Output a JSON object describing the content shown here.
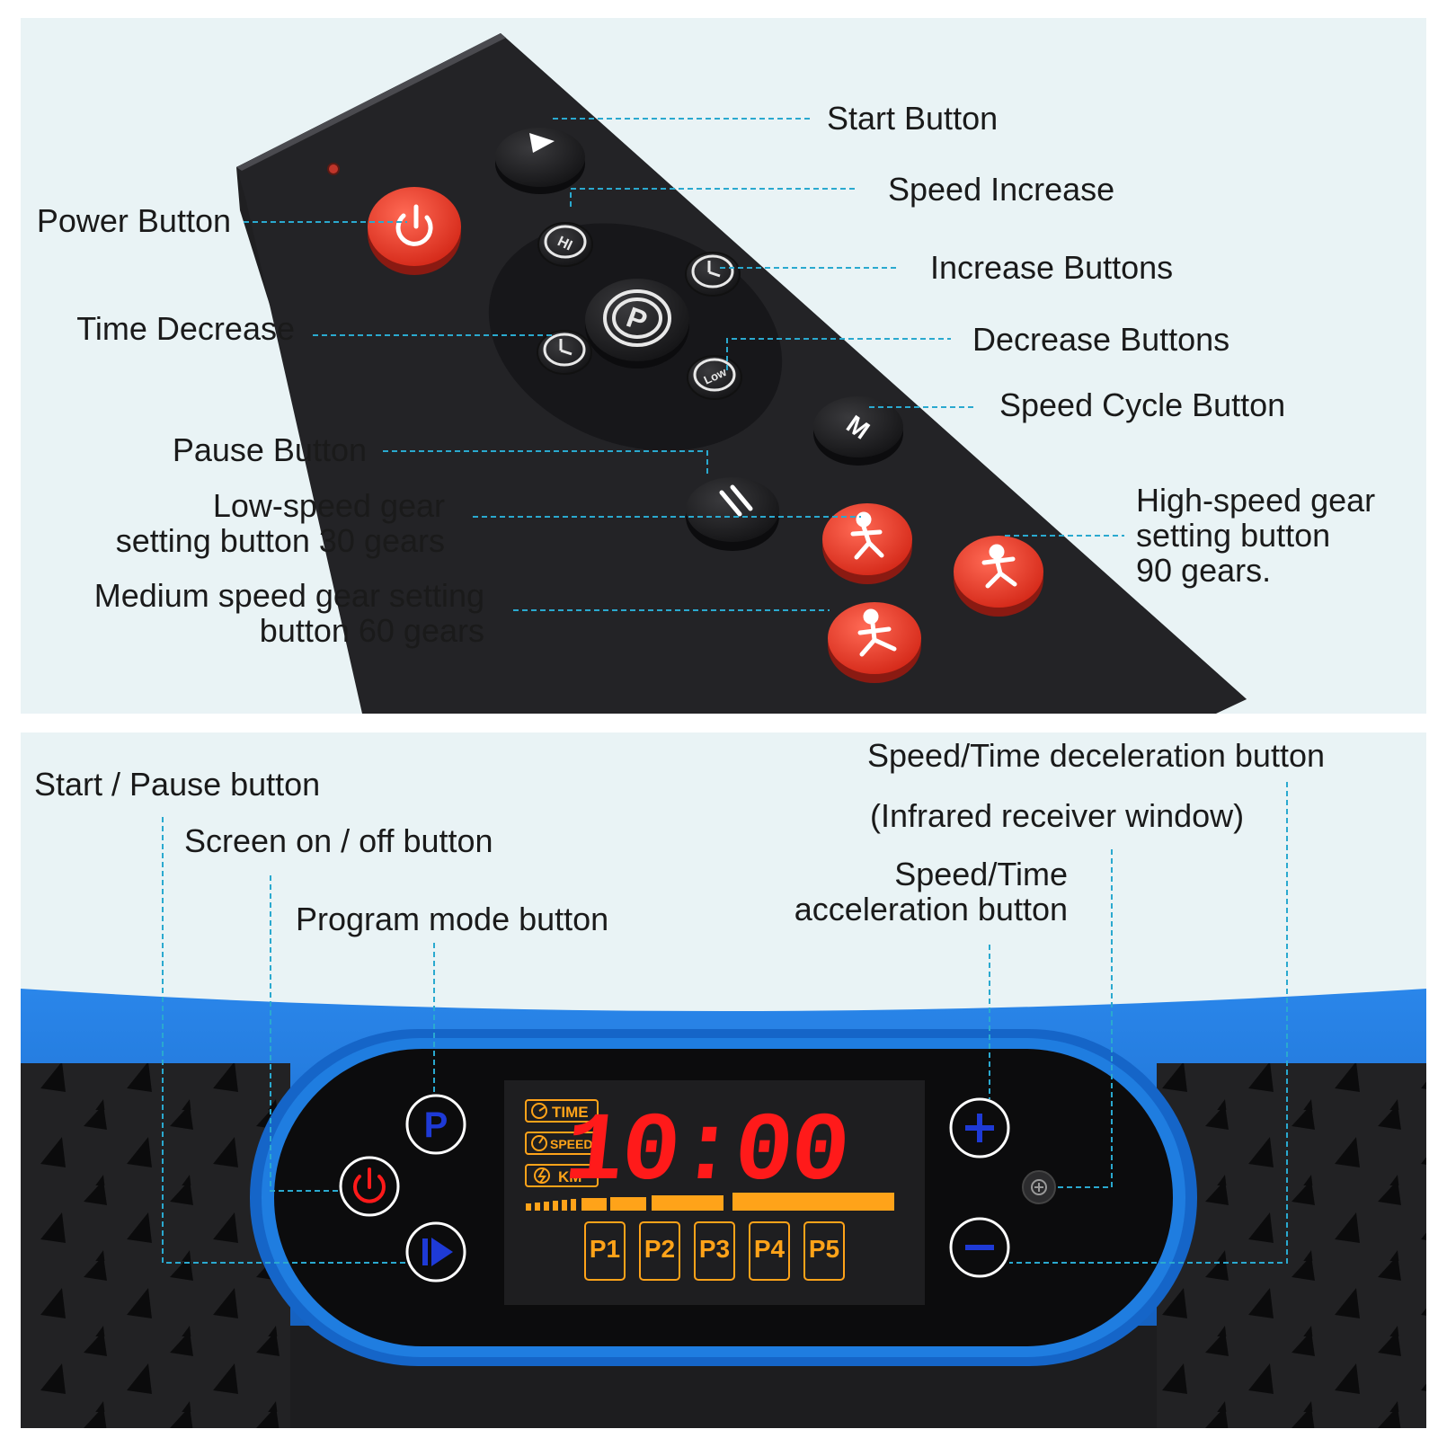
{
  "colors": {
    "panel_bg": "#e9f3f5",
    "remote_body": "#1c1c1e",
    "red_button": "#e8392d",
    "leader_line": "#2aa9cf",
    "console_blue": "#1a6fd6",
    "lcd_red": "#ff1a1a",
    "lcd_orange": "#ffa319",
    "icon_blue": "#1e3ad6"
  },
  "remote": {
    "labels": {
      "start": "Start Button",
      "speed_increase": "Speed Increase",
      "increase_buttons": "Increase Buttons",
      "decrease_buttons": "Decrease Buttons",
      "speed_cycle": "Speed Cycle Button",
      "power": "Power Button",
      "time_decrease": "Time Decrease",
      "pause": "Pause Button",
      "low_speed_l1": "Low-speed gear",
      "low_speed_l2": "setting button 30 gears",
      "high_speed_l1": "High-speed gear",
      "high_speed_l2": "setting button",
      "high_speed_l3": "90 gears.",
      "medium_speed_l1": "Medium speed gear setting",
      "medium_speed_l2": "button 60 gears"
    },
    "button_glyphs": {
      "hi": "HI",
      "low": "Low",
      "mode": "M",
      "program": "P"
    },
    "icons": [
      "play-icon",
      "power-icon",
      "pause-icon",
      "clock-icon",
      "program-icon",
      "walking-figure-icon",
      "running-figure-icon",
      "jogging-figure-icon"
    ]
  },
  "console": {
    "labels": {
      "start_pause": "Start / Pause button",
      "screen_onoff": "Screen on / off button",
      "program_mode": "Program mode button",
      "decel": "Speed/Time deceleration button",
      "infrared": "(Infrared receiver window)",
      "accel_l1": "Speed/Time",
      "accel_l2": "acceleration button"
    },
    "display": {
      "time_tag": "TIME",
      "speed_tag": "SPEED",
      "km_tag": "KM",
      "readout": "10:00",
      "programs": [
        "P1",
        "P2",
        "P3",
        "P4",
        "P5"
      ]
    },
    "button_glyphs": {
      "program": "P"
    },
    "icons": [
      "plus-icon",
      "minus-icon",
      "power-icon",
      "play-pause-icon",
      "infrared-receiver-icon",
      "clock-icon",
      "speedometer-icon",
      "lightning-icon"
    ]
  }
}
